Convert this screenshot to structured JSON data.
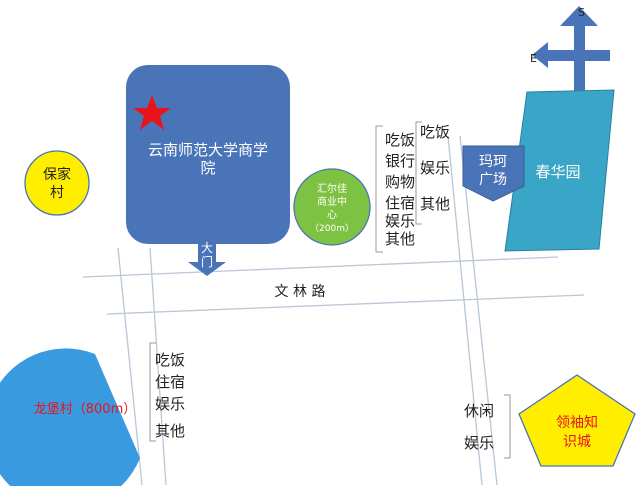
{
  "compass": {
    "south_label": "S",
    "east_label": "E"
  },
  "campus": {
    "name_line1": "云南师范大学商学",
    "name_line2": "院",
    "gate_line1": "大",
    "gate_line2": "门",
    "color": "#4a74b8"
  },
  "road": {
    "name": "文  林  路"
  },
  "baojia": {
    "line1": "保家",
    "line2": "村",
    "color": "#ffee00"
  },
  "huierjia": {
    "line1": "汇尔佳",
    "line2": "商业中",
    "line3": "心",
    "line4": "（200m）",
    "color": "#7dc242"
  },
  "center_services": [
    "吃饭",
    "银行",
    "购物",
    "住宿",
    "娱乐",
    "其他"
  ],
  "right_services": [
    "吃饭",
    "娱乐",
    "其他"
  ],
  "maker_plaza": {
    "line1": "玛珂",
    "line2": "广场",
    "color": "#4a74b8"
  },
  "chunhuayuan": {
    "name": "春华园",
    "color": "#3aa6c7"
  },
  "longbao": {
    "name": "龙堡村（800m）",
    "color": "#3a9ae0"
  },
  "bottom_services": [
    "吃饭",
    "住宿",
    "娱乐",
    "其他"
  ],
  "leisure": [
    "休闲",
    "娱乐"
  ],
  "lingxiu": {
    "line1": "领袖知",
    "line2": "识城",
    "color": "#ffee00"
  },
  "colors": {
    "road_line": "#b9c7d8",
    "arrow": "#4a74b8",
    "star": "#e8141c",
    "red_text": "#e8141c"
  }
}
